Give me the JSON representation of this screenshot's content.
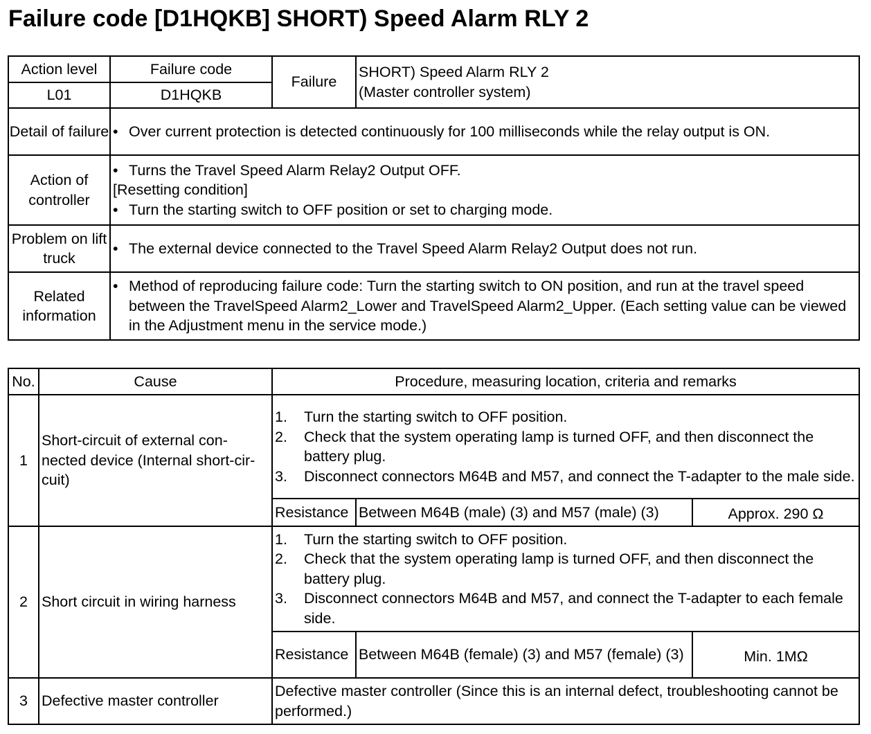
{
  "title": "Failure code [D1HQKB] SHORT) Speed Alarm RLY 2",
  "info": {
    "action_level_label": "Action level",
    "action_level_value": "L01",
    "failure_code_label": "Failure code",
    "failure_code_value": "D1HQKB",
    "failure_label": "Failure",
    "failure_line1": "SHORT) Speed Alarm RLY 2",
    "failure_line2": "(Master controller system)",
    "detail_label": "Detail of failure",
    "detail_text": "Over current protection is detected continuously for 100 milliseconds while the relay output is ON.",
    "action_label": "Action of controller",
    "action_item1": "Turns the Travel Speed Alarm Relay2 Output OFF.",
    "resetting_label": "[Resetting condition]",
    "action_item2": "Turn the starting switch to OFF position or set to charging mode.",
    "problem_label": "Problem on lift truck",
    "problem_text": "The external device connected to the Travel Speed Alarm Relay2 Output does not run.",
    "related_label": "Related information",
    "related_text": "Method of reproducing failure code: Turn the starting switch to ON position, and run at the travel speed between the TravelSpeed Alarm2_Lower and TravelSpeed Alarm2_Upper. (Each setting value can be viewed in the Adjustment menu in the service mode.)",
    "bullet": "•"
  },
  "causes": {
    "header_no": "No.",
    "header_cause": "Cause",
    "header_procedure": "Procedure, measuring location, criteria and remarks",
    "rows": [
      {
        "no": "1",
        "cause": "Short-circuit of external con-nected device (Internal short-cir-cuit)",
        "steps": [
          {
            "num": "1.",
            "text": "Turn the starting switch to OFF position."
          },
          {
            "num": "2.",
            "text": "Check that the system operating lamp is turned OFF, and then disconnect the battery plug."
          },
          {
            "num": "3.",
            "text": "Disconnect connectors M64B and M57, and connect the T-adapter to the male side."
          }
        ],
        "measure_label": "Resistance",
        "measure_location": "Between M64B (male) (3) and M57 (male) (3)",
        "measure_value": "Approx. 290 Ω"
      },
      {
        "no": "2",
        "cause": "Short circuit in wiring harness",
        "steps": [
          {
            "num": "1.",
            "text": "Turn the starting switch to OFF position."
          },
          {
            "num": "2.",
            "text": "Check that the system operating lamp is turned OFF, and then disconnect the battery plug."
          },
          {
            "num": "3.",
            "text": "Disconnect connectors M64B and M57, and connect the T-adapter to each female side."
          }
        ],
        "measure_label": "Resistance",
        "measure_location": "Between M64B (female) (3) and M57 (female) (3)",
        "measure_value": "Min. 1MΩ"
      },
      {
        "no": "3",
        "cause": "Defective master controller",
        "remark": "Defective master controller (Since this is an internal defect, troubleshooting cannot be performed.)"
      }
    ]
  }
}
